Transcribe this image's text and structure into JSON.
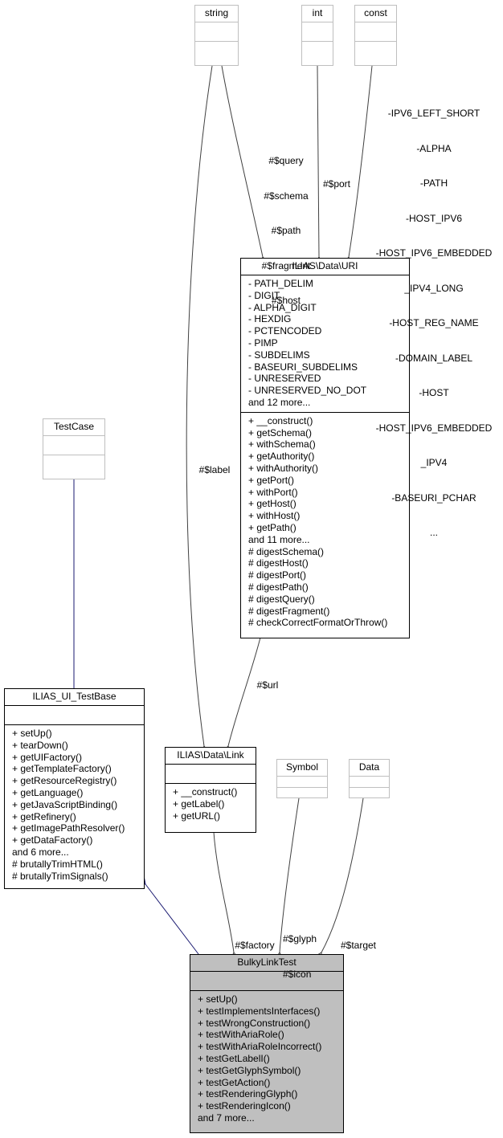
{
  "classes": {
    "string": {
      "name": "string",
      "attributes": [],
      "methods": []
    },
    "int": {
      "name": "int",
      "attributes": [],
      "methods": []
    },
    "const": {
      "name": "const",
      "attributes": [],
      "methods": []
    },
    "testcase": {
      "name": "TestCase",
      "attributes": [],
      "methods": []
    },
    "uri": {
      "name": "ILIAS\\Data\\URI",
      "attributes": [
        "- PATH_DELIM",
        "- DIGIT",
        "- ALPHA_DIGIT",
        "- HEXDIG",
        "- PCTENCODED",
        "- PIMP",
        "- SUBDELIMS",
        "- BASEURI_SUBDELIMS",
        "- UNRESERVED",
        "- UNRESERVED_NO_DOT",
        "and 12 more..."
      ],
      "methods": [
        "+ __construct()",
        "+ getSchema()",
        "+ withSchema()",
        "+ getAuthority()",
        "+ withAuthority()",
        "+ getPort()",
        "+ withPort()",
        "+ getHost()",
        "+ withHost()",
        "+ getPath()",
        "and 11 more...",
        "# digestSchema()",
        "# digestHost()",
        "# digestPort()",
        "# digestPath()",
        "# digestQuery()",
        "# digestFragment()",
        "# checkCorrectFormatOrThrow()"
      ]
    },
    "testbase": {
      "name": "ILIAS_UI_TestBase",
      "attributes": [],
      "methods": [
        "+ setUp()",
        "+ tearDown()",
        "+ getUIFactory()",
        "+ getTemplateFactory()",
        "+ getResourceRegistry()",
        "+ getLanguage()",
        "+ getJavaScriptBinding()",
        "+ getRefinery()",
        "+ getImagePathResolver()",
        "+ getDataFactory()",
        "and 6 more...",
        "# brutallyTrimHTML()",
        "# brutallyTrimSignals()"
      ]
    },
    "link": {
      "name": "ILIAS\\Data\\Link",
      "attributes": [],
      "methods": [
        "+ __construct()",
        "+ getLabel()",
        "+ getURL()"
      ]
    },
    "symbol": {
      "name": "Symbol",
      "attributes": [],
      "methods": []
    },
    "data": {
      "name": "Data",
      "attributes": [],
      "methods": []
    },
    "bulky": {
      "name": "BulkyLinkTest",
      "attributes": [],
      "methods": [
        "+ setUp()",
        "+ testImplementsInterfaces()",
        "+ testWrongConstruction()",
        "+ testWithAriaRole()",
        "+ testWithAriaRoleIncorrect()",
        "+ testGetLabelI()",
        "+ testGetGlyphSymbol()",
        "+ testGetAction()",
        "+ testRenderingGlyph()",
        "+ testRenderingIcon()",
        "and 7 more..."
      ]
    }
  },
  "edge_labels": {
    "string_uri": [
      "#$query",
      "#$schema",
      "#$path",
      "#$fragment",
      "#$host"
    ],
    "int_uri": [
      "#$port"
    ],
    "const_uri": [
      "-IPV6_LEFT_SHORT",
      "-ALPHA",
      "-PATH",
      "-HOST_IPV6",
      "-HOST_IPV6_EMBEDDED",
      "_IPV4_LONG",
      "-HOST_REG_NAME",
      "-DOMAIN_LABEL",
      "-HOST",
      "-HOST_IPV6_EMBEDDED",
      "_IPV4",
      "-BASEURI_PCHAR",
      "..."
    ],
    "string_link": [
      "#$label"
    ],
    "uri_link": [
      "#$url"
    ],
    "link_bulky": [
      "#$factory"
    ],
    "symbol_bulky": [
      "#$glyph",
      "#$icon"
    ],
    "data_bulky": [
      "#$target"
    ]
  },
  "colors": {
    "inheritance": "#191970",
    "association": "#404040",
    "external_border": "#bfbfbf",
    "highlight_fill": "#bfbfbf"
  }
}
